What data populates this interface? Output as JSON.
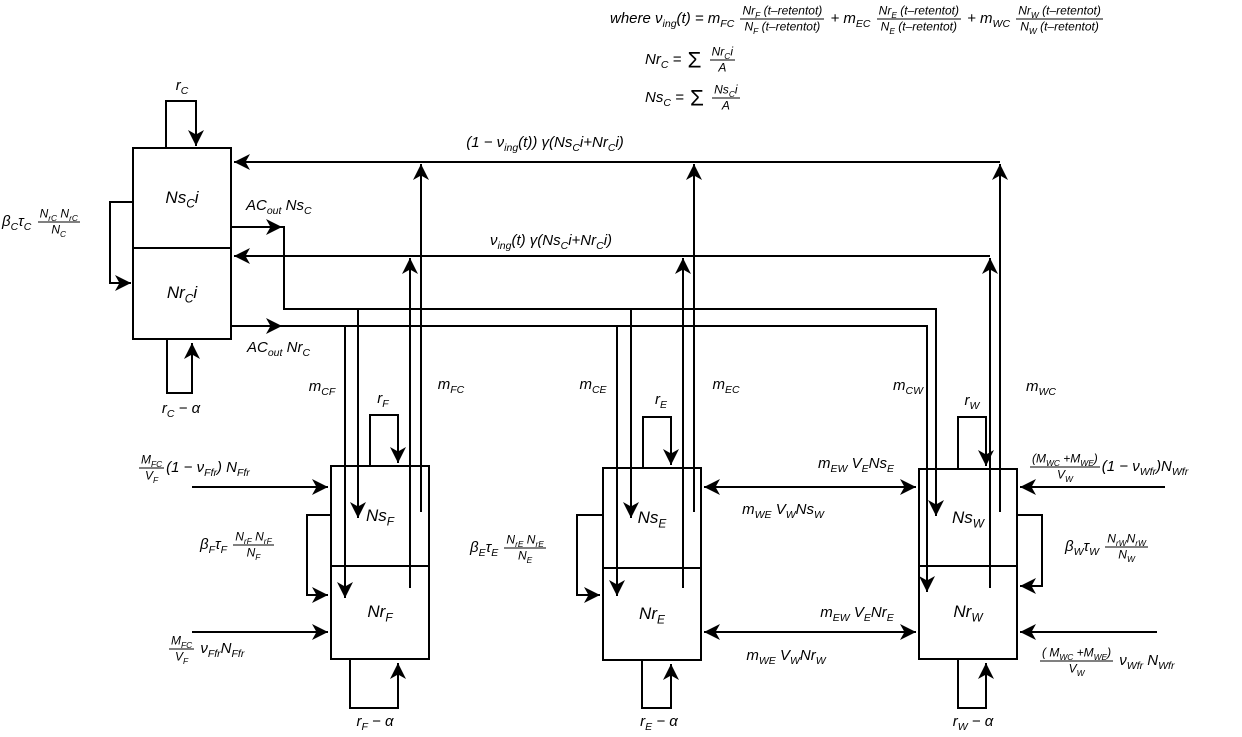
{
  "equations": {
    "where": "where ν_{ing}(t) = m_{FC} [Nr_{F} (t–retentot)/N_{F} (t–retentot)] + m_{EC} [Nr_{E} (t–retentot)/N_{E} (t–retentot)] + m_{WC} [Nr_{W} (t–retentot)/N_{W} (t–retentot)]",
    "nrc": "Nr_{C} = Σ [Nr_{C}i/A]",
    "nsc": "Ns_{C} = Σ [Ns_{C}i/A]"
  },
  "compartments": {
    "c": {
      "susceptible": "Ns_{C}i",
      "retained": "Nr_{C}i",
      "birth": "r_{C}",
      "death": "r_{C} − α",
      "recruitment": "β_{C}τ_{C} [N_{rC} N_{rC}/N_{C}]"
    },
    "f": {
      "susceptible": "Ns_{F}",
      "retained": "Nr_{F}",
      "birth": "r_{F}",
      "death": "r_{F} − α",
      "recruitment": "β_{F}τ_{F} [N_{rF} N_{rF}/N_{F}]"
    },
    "e": {
      "susceptible": "Ns_{E}",
      "retained": "Nr_{E}",
      "birth": "r_{E}",
      "death": "r_{E} − α",
      "recruitment": "β_{E}τ_{E} [N_{rE} N_{rE}/N_{E}]"
    },
    "w": {
      "susceptible": "Ns_{W}",
      "retained": "Nr_{W}",
      "birth": "r_{W}",
      "death": "r_{W} − α",
      "recruitment": "β_{W}τ_{W} [N_{rW}N_{rW}/N_{W}]"
    }
  },
  "flows": {
    "ingestion_ns": "(1 − ν_{ing}(t)) γ(Ns_{C}i+Nr_{C}i)",
    "ingestion_nr": "ν_{ing}(t) γ(Ns_{C}i+Nr_{C}i)",
    "ac_out_ns": "AC_{out} Ns_{C}",
    "ac_out_nr": "AC_{out} Nr_{C}",
    "m_cf": "m_{CF}",
    "m_fc": "m_{FC}",
    "m_ce": "m_{CE}",
    "m_ec": "m_{EC}",
    "m_cw": "m_{CW}",
    "m_wc": "m_{WC}",
    "f_in_susceptible": "[M_{FC}/V_{F}](1 − ν_{Ffr}) N_{Ffr}",
    "f_in_retained": "[M_{FC}/V_{F}] ν_{Ffr}N_{Ffr}",
    "ew_ns_east": "m_{EW} V_{E}Ns_{E}",
    "ew_ns_west": "m_{WE} V_{W}Ns_{W}",
    "ew_nr_east": "m_{EW} V_{E}Nr_{E}",
    "ew_nr_west": "m_{WE} V_{W}Nr_{W}",
    "w_in_susceptible": "[(M_{WC} +M_{WE})/V_{W}](1 − ν_{Wfr})N_{Wfr}",
    "w_in_retained": "[( M_{WC} +M_{WE})/V_{W}] ν_{Wfr} N_{Wfr}"
  }
}
